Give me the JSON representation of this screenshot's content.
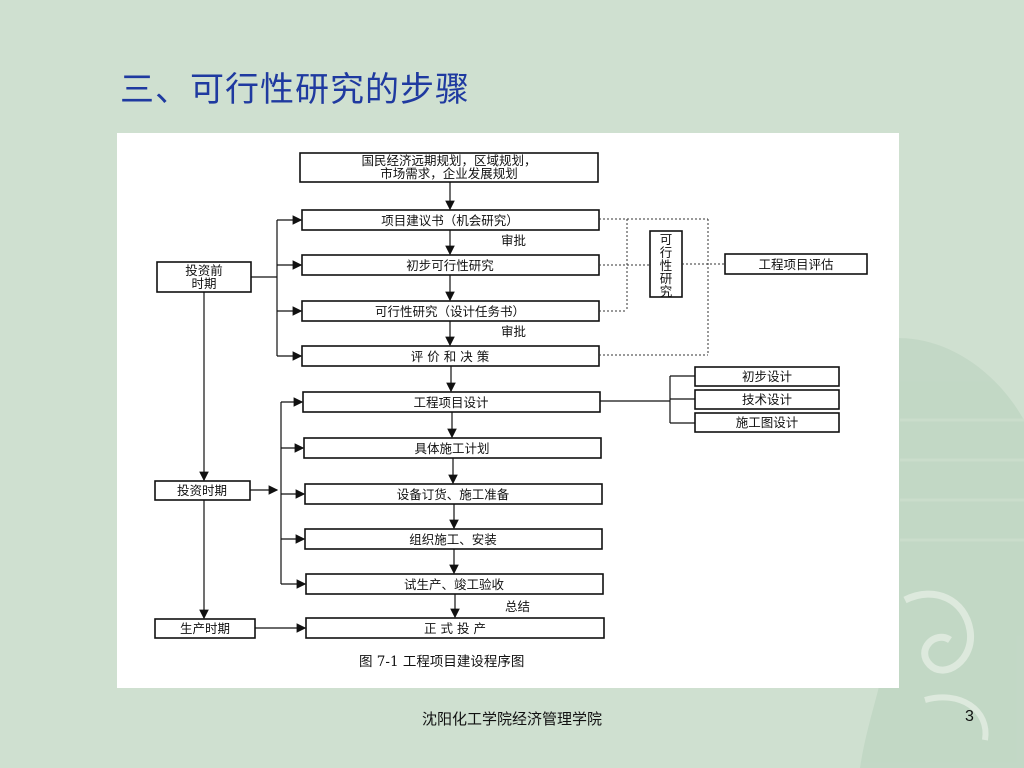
{
  "slide": {
    "title": "三、可行性研究的步骤",
    "footer": "沈阳化工学院经济管理学院",
    "page_number": "3"
  },
  "diagram": {
    "nodes": {
      "top": [
        "国民经济远期规划，区域规划，",
        "市场需求，企业发展规划"
      ],
      "proposal": "项目建议书（机会研究）",
      "prelim": "初步可行性研究",
      "feasibility": "可行性研究（设计任务书）",
      "evaluation": "评 价 和 决 策",
      "eng_design": "工程项目设计",
      "construction_plan": "具体施工计划",
      "equipment": "设备订货、施工准备",
      "install": "组织施工、安装",
      "trial": "试生产、竣工验收",
      "production": "正 式 投 产",
      "pre_invest": [
        "投资前",
        "时期"
      ],
      "invest": "投资时期",
      "prod_period": "生产时期",
      "feas_vertical": [
        "可",
        "行",
        "性",
        "研",
        "究"
      ],
      "project_eval": "工程项目评估",
      "prelim_design": "初步设计",
      "tech_design": "技术设计",
      "construction_drawing": "施工图设计"
    },
    "edge_labels": {
      "approve1": "审批",
      "approve2": "审批",
      "summary": "总结"
    },
    "caption": "图 7-1    工程项目建设程序图"
  }
}
